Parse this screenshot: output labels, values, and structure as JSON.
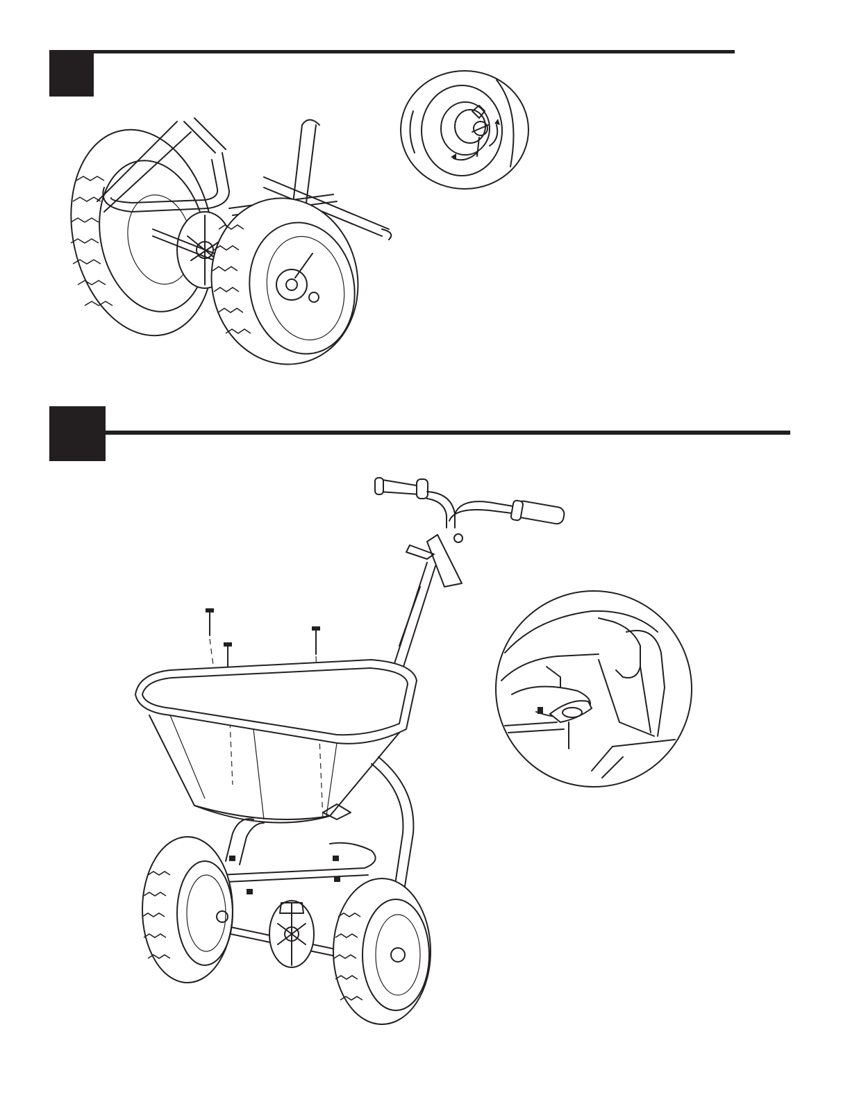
{
  "page": {
    "steps": [
      {
        "id": "step-1",
        "header": "upper-step",
        "illustration": "wheel-axle-assembly",
        "detail": "hairpin-cotter-pin-detail"
      },
      {
        "id": "step-2",
        "header": "lower-step",
        "illustration": "spreader-full-assembly",
        "detail": "hopper-bolt-nut-detail"
      }
    ],
    "colors": {
      "ink": "#231f20",
      "paper": "#ffffff"
    },
    "icons": [
      "rotate-arrow-icon",
      "bolt-icon",
      "nut-icon",
      "leader-line-icon"
    ]
  }
}
